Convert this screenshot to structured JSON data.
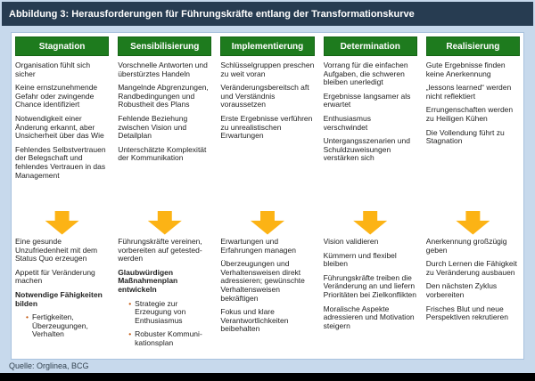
{
  "title": "Abbildung 3: Herausforderungen für Führungskräfte entlang der Transformationskurve",
  "source_note": "Quelle: Orglinea, BCG",
  "arrow_icon": "down-arrow",
  "colors": {
    "title_bar_bg": "#273c51",
    "page_bg": "#c7d9ec",
    "panel_bg": "#ffffff",
    "panel_border": "#a9c2de",
    "phase_green": "#1e7b1e",
    "arrow_gold": "#fcb315",
    "bullet_orange": "#c45911",
    "text_dark": "#222222",
    "source_text": "#33424f",
    "bottom_bar_black": "#000000"
  },
  "columns": [
    {
      "header": "Stagnation",
      "challenges": [
        "Organisation fühlt sich sicher",
        "Keine ernstzunehmende Gefahr oder zwingende Chance identifiziert",
        "Notwendigkeit einer Änderung erkannt, aber Unsicherheit über das Wie",
        "Fehlendes Selbstvertrauen der Belegschaft und fehlendes Vertrauen in das Management"
      ],
      "actions": [
        {
          "text": "Eine gesunde Unzufriedenheit mit dem Status Quo erzeugen",
          "bold": false
        },
        {
          "text": "Appetit für Veränderung machen",
          "bold": false
        },
        {
          "text": "Notwendige Fähigkeiten bilden",
          "bold": true,
          "subs": [
            "Fertigkeiten, Überzeugungen, Verhalten"
          ]
        }
      ]
    },
    {
      "header": "Sensibilisierung",
      "challenges": [
        "Vorschnelle Antworten und überstürztes Handeln",
        "Mangelnde Abgren­zungen, Randbedingungen und Robustheit des Plans",
        "Fehlende Beziehung zwischen Vision und Detailplan",
        "Unterschätzte Komplexität der Kommunikation"
      ],
      "actions": [
        {
          "text": "Führungskräfte vereinen, vorbereiten auf getested-werden",
          "bold": false
        },
        {
          "text": "Glaubwürdigen Maßnahmenplan entwickeln",
          "bold": true,
          "subs": [
            "Strategie zur Erzeugung von Enthusiasmus",
            "Robuster Kommuni­kationsplan"
          ]
        }
      ]
    },
    {
      "header": "Implementierung",
      "challenges": [
        "Schlüsselgruppen preschen zu weit voran",
        "Veränderungsbereitsch aft und Verständnis voraussetzen",
        "Erste Ergebnisse verführen zu unrealistischen Erwartungen"
      ],
      "actions": [
        {
          "text": "Erwartungen und Erfahrungen managen",
          "bold": false
        },
        {
          "text": "Überzeugungen und Verhaltensweisen direkt adressieren; gewünschte Verhaltensweisen bekräftigen",
          "bold": false
        },
        {
          "text": "Fokus und klare Verantwortlichkeiten beibehalten",
          "bold": false
        }
      ]
    },
    {
      "header": "Determination",
      "challenges": [
        "Vorrang für die einfachen Aufgaben, die schweren bleiben unerledigt",
        "Ergebnisse langsamer als erwartet",
        "Enthusiasmus verschwindet",
        "Untergangsszenarien und Schuldzuweisungen verstärken sich"
      ],
      "actions": [
        {
          "text": "Vision validieren",
          "bold": false
        },
        {
          "text": "Kümmern und flexibel bleiben",
          "bold": false
        },
        {
          "text": "Führungskräfte treiben die Veränderung an und liefern Prioritäten bei Zielkonflikten",
          "bold": false
        },
        {
          "text": "Moralische Aspekte adressieren und Motivation steigern",
          "bold": false
        }
      ]
    },
    {
      "header": "Realisierung",
      "challenges": [
        "Gute Ergebnisse finden keine Anerkennung",
        "„lessons learned“ werden nicht reflektiert",
        "Errungenschaften werden zu Heiligen Kühen",
        "Die Vollendung führt zu Stagnation"
      ],
      "actions": [
        {
          "text": "Anerkennung großzügig geben",
          "bold": false
        },
        {
          "text": "Durch Lernen die Fähigkeit zu Veränderung ausbauen",
          "bold": false
        },
        {
          "text": "Den nächsten Zyklus vorbereiten",
          "bold": false
        },
        {
          "text": "Frisches Blut und neue Perspektiven rekrutieren",
          "bold": false
        }
      ]
    }
  ]
}
